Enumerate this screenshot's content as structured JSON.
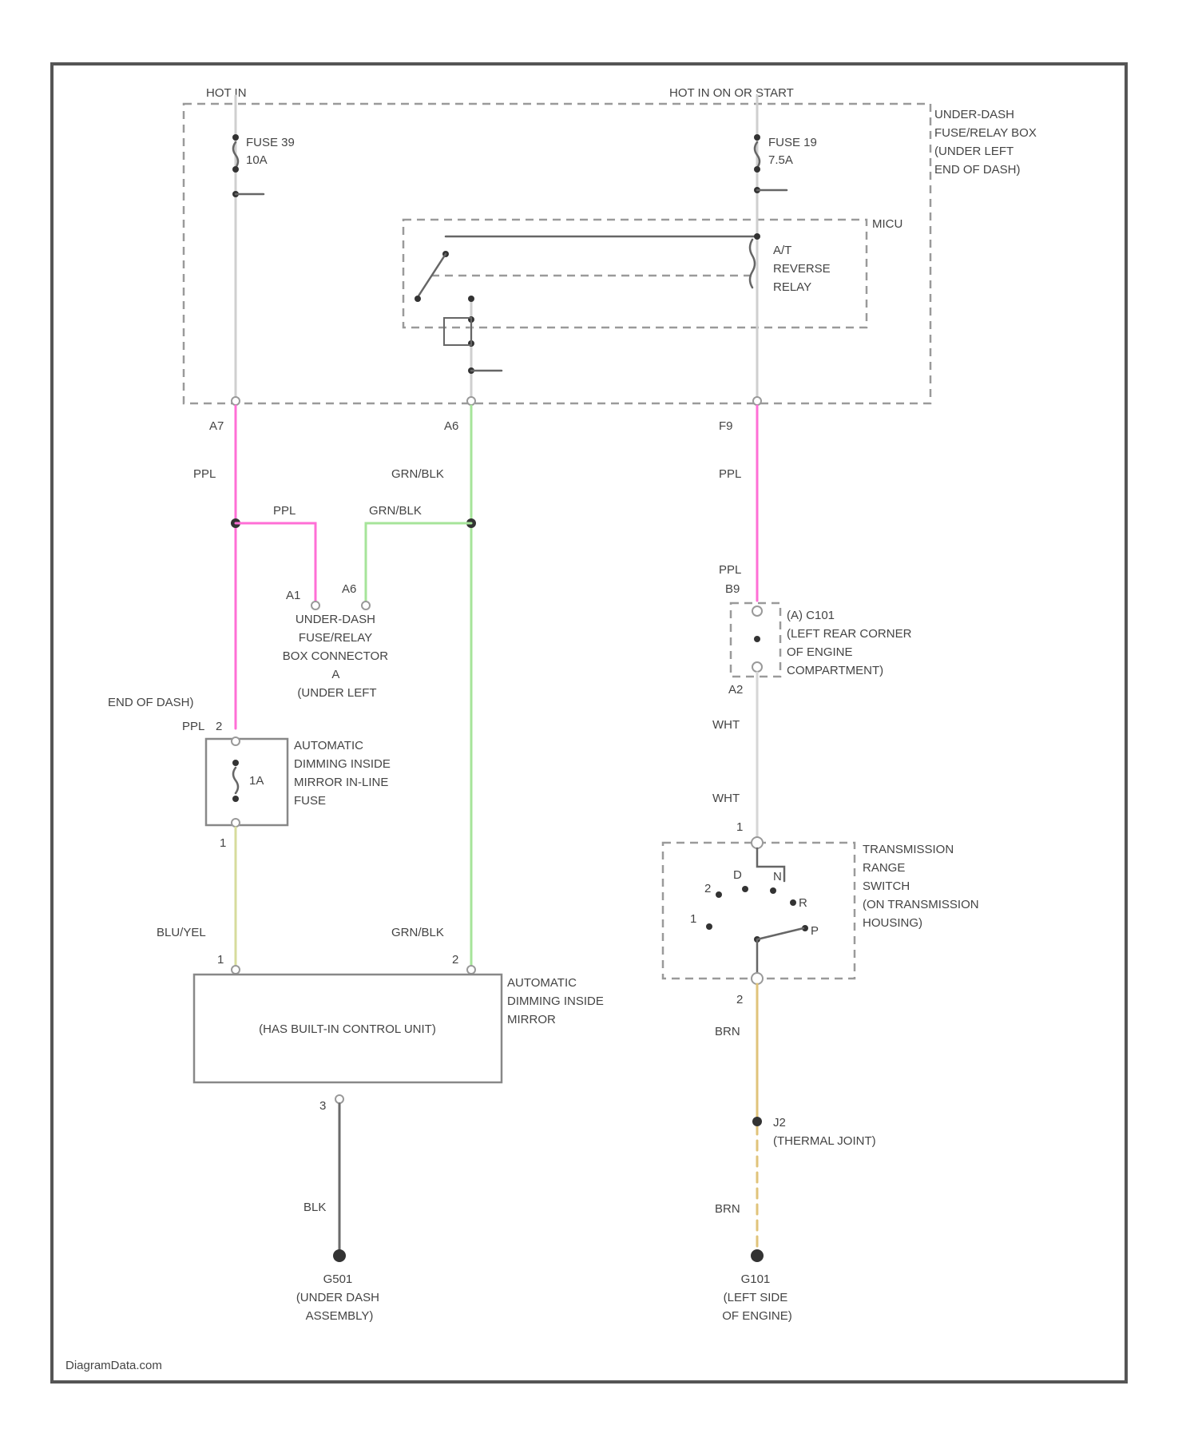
{
  "colors": {
    "ppl": "#ff6fd6",
    "grn": "#a6e49a",
    "grn_dark": "#86d57a",
    "gray": "#c8c8c8",
    "wht": "#d6d6d6",
    "blu_yel": "#d7dc9c",
    "brn": "#e0c37a",
    "blk": "#6a6a6a"
  },
  "labels": {
    "hot_left": "HOT IN",
    "hot_right": "HOT IN ON OR START",
    "underdash_box": [
      "UNDER-DASH",
      "FUSE/RELAY BOX",
      "(UNDER LEFT",
      "END OF DASH)"
    ],
    "fuse_left": [
      "FUSE 39",
      "10A"
    ],
    "fuse_right": [
      "FUSE 19",
      "7.5A"
    ],
    "micu": "MICU",
    "relay": [
      "A/T",
      "REVERSE",
      "RELAY"
    ],
    "pin_a7": "A7",
    "pin_a6": "A6",
    "pin_f9": "F9",
    "ppl_1": "PPL",
    "ppl_2": "PPL",
    "ppl_3": "PPL",
    "ppl_4": "PPL",
    "ppl_fuse": "PPL",
    "pin_fuse_top": "2",
    "pin_fuse_bottom": "1",
    "grn_1": "GRN/BLK",
    "grn_2": "GRN/BLK",
    "grn_3": "GRN/BLK",
    "conn_a1": "A1",
    "conn_a6": "A6",
    "connector_a": [
      "UNDER-DASH",
      "FUSE/RELAY",
      "BOX CONNECTOR",
      "A",
      "(UNDER LEFT"
    ],
    "end_of_dash": "END OF DASH)",
    "inline_fuse_rating": "1A",
    "inline_fuse": [
      "AUTOMATIC",
      "DIMMING INSIDE",
      "MIRROR IN-LINE",
      "FUSE"
    ],
    "blu_yel": "BLU/YEL",
    "pin_mirror_1": "1",
    "pin_mirror_2": "2",
    "mirror_box": "(HAS BUILT-IN CONTROL UNIT)",
    "mirror_label": [
      "AUTOMATIC",
      "DIMMING INSIDE",
      "MIRROR"
    ],
    "pin_mirror_3": "3",
    "blk": "BLK",
    "g501": [
      "G501",
      "(UNDER DASH",
      "ASSEMBLY)"
    ],
    "pin_c101_b9": "B9",
    "pin_c101_a2": "A2",
    "c101": [
      "(A) C101",
      "(LEFT REAR CORNER",
      "OF ENGINE",
      "COMPARTMENT)"
    ],
    "wht_1": "WHT",
    "wht_2": "WHT",
    "pin_trs_1": "1",
    "trs_positions": [
      "P",
      "R",
      "N",
      "D",
      "2",
      "1"
    ],
    "trs_label": [
      "TRANSMISSION",
      "RANGE",
      "SWITCH",
      "(ON TRANSMISSION",
      "HOUSING)"
    ],
    "pin_trs_2": "2",
    "brn_1": "BRN",
    "brn_2": "BRN",
    "joint": [
      "J2",
      "(THERMAL JOINT)"
    ],
    "g101": [
      "G101",
      "(LEFT SIDE",
      "OF ENGINE)"
    ],
    "watermark": "DiagramData.com"
  }
}
